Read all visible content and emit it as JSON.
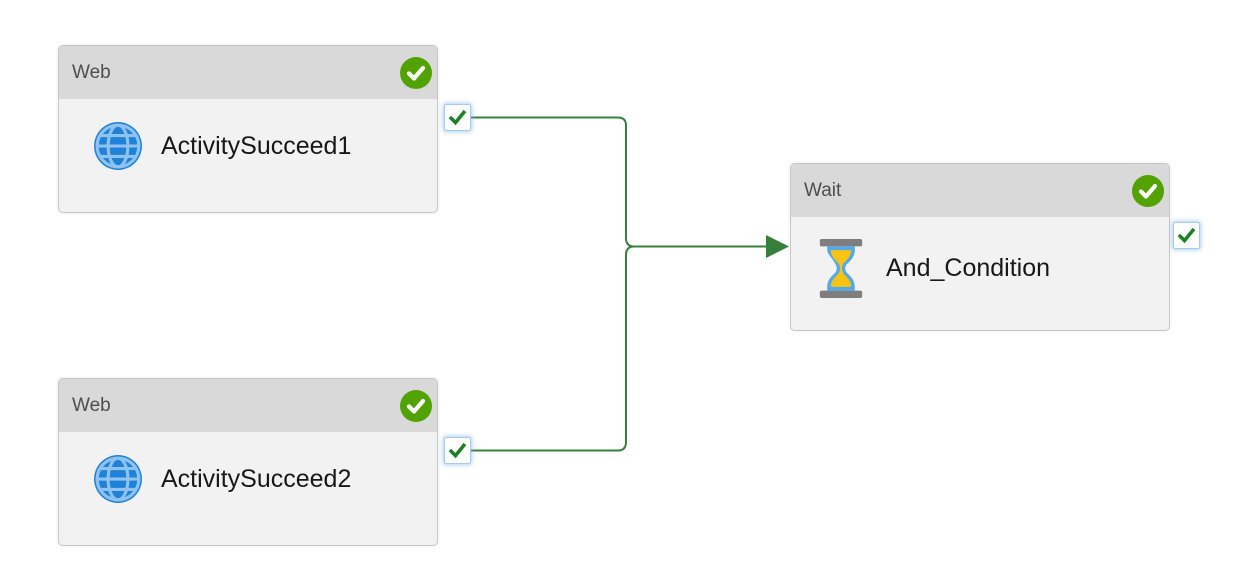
{
  "pipeline": {
    "nodes": [
      {
        "type_label": "Web",
        "name": "ActivitySucceed1",
        "status": "Succeeded",
        "icon": "web-globe-icon"
      },
      {
        "type_label": "Web",
        "name": "ActivitySucceed2",
        "status": "Succeeded",
        "icon": "web-globe-icon"
      },
      {
        "type_label": "Wait",
        "name": "And_Condition",
        "status": "Succeeded",
        "icon": "wait-hourglass-icon"
      }
    ],
    "connections": [
      {
        "from": "ActivitySucceed1",
        "to": "And_Condition",
        "condition": "success"
      },
      {
        "from": "ActivitySucceed2",
        "to": "And_Condition",
        "condition": "success"
      }
    ],
    "colors": {
      "edge_green": "#37803C",
      "status_badge_green": "#52A302",
      "port_check_green": "#1E7F24",
      "node_header_gray": "#D9D9D9",
      "node_body_gray": "#F2F2F2",
      "card_border_gray": "#C6C6C6",
      "web_icon_blue": "#1F82D8",
      "web_icon_grid_blue": "#8FC2EF",
      "hourglass_glass_blue": "#55A9E8",
      "hourglass_sand_yellow": "#F9C411",
      "hourglass_cap_gray": "#7E7E7E",
      "canvas_background": "#FFFFFF"
    }
  }
}
